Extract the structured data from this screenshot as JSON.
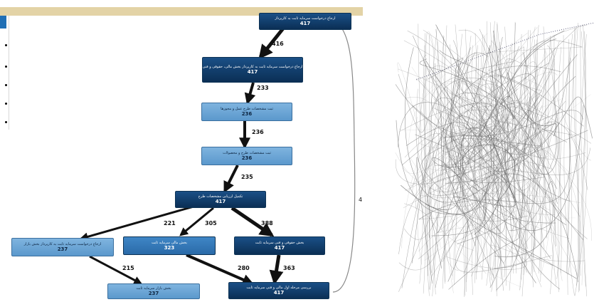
{
  "process_map": {
    "nodes": [
      {
        "id": "n1",
        "label": "ارجاع درخواست سرمایه ثابت به کارپرداز",
        "count": "417",
        "tone": "dark"
      },
      {
        "id": "n2",
        "label": "ارجاع درخواست سرمایه ثابت به کارپرداز بخش مالی، حقوقی و فنی",
        "count": "417",
        "tone": "dark"
      },
      {
        "id": "n3",
        "label": "ثبت مشخصات طرح عمل و مجوزها",
        "count": "236",
        "tone": "light"
      },
      {
        "id": "n4",
        "label": "ثبت مشخصات طرح و محصولات",
        "count": "236",
        "tone": "light"
      },
      {
        "id": "n5",
        "label": "تکمیل ارزیابی مشخصات طرح",
        "count": "417",
        "tone": "dark"
      },
      {
        "id": "n6",
        "label": "ارجاع درخواست سرمایه ثابت به کارپرداز بخش بازار",
        "count": "237",
        "tone": "light"
      },
      {
        "id": "n7",
        "label": "بخش مالی سرمایه ثابت",
        "count": "323",
        "tone": "mid"
      },
      {
        "id": "n8",
        "label": "بخش حقوقی و فنی سرمایه ثابت",
        "count": "417",
        "tone": "dark"
      },
      {
        "id": "n9",
        "label": "بخش بازار سرمایه ثابت",
        "count": "237",
        "tone": "light"
      },
      {
        "id": "n10",
        "label": "بررسی مرحله اول مالی و فنی سرمایه ثابت",
        "count": "417",
        "tone": "dark"
      }
    ],
    "edges": [
      {
        "from": "n1",
        "to": "n2",
        "value": "416"
      },
      {
        "from": "n2",
        "to": "n3",
        "value": "233"
      },
      {
        "from": "n3",
        "to": "n4",
        "value": "236"
      },
      {
        "from": "n4",
        "to": "n5",
        "value": "235"
      },
      {
        "from": "n5",
        "to": "n6",
        "value": "221"
      },
      {
        "from": "n5",
        "to": "n7",
        "value": "305"
      },
      {
        "from": "n5",
        "to": "n8",
        "value": "388"
      },
      {
        "from": "n6",
        "to": "n9",
        "value": "215"
      },
      {
        "from": "n7",
        "to": "n10",
        "value": "280"
      },
      {
        "from": "n8",
        "to": "n10",
        "value": "363"
      },
      {
        "from": "n10",
        "to": "n1",
        "value": "4"
      }
    ]
  },
  "spaghetti_map": {
    "description": "dense unreadable process graph"
  }
}
